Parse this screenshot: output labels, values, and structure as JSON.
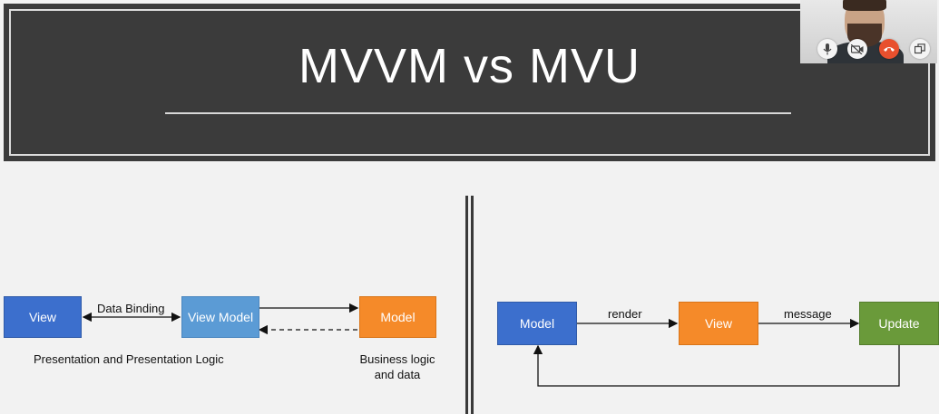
{
  "slide": {
    "title": "MVVM vs MVU"
  },
  "mvvm": {
    "view": "View",
    "view_model": "View Model",
    "model": "Model",
    "binding_label": "Data Binding",
    "caption_left": "Presentation and Presentation Logic",
    "caption_right_line1": "Business logic",
    "caption_right_line2": "and data"
  },
  "mvu": {
    "model": "Model",
    "view": "View",
    "update": "Update",
    "render_label": "render",
    "message_label": "message"
  },
  "video_call": {
    "controls": [
      "mic-icon",
      "camera-off-icon",
      "hang-up-icon",
      "switch-window-icon"
    ],
    "hangup_color": "#e8502e"
  },
  "colors": {
    "header_bg": "#3b3b3b",
    "blue": "#3c6fcd",
    "light_blue": "#5b9bd5",
    "orange": "#f58a29",
    "green": "#6a9a3a"
  }
}
